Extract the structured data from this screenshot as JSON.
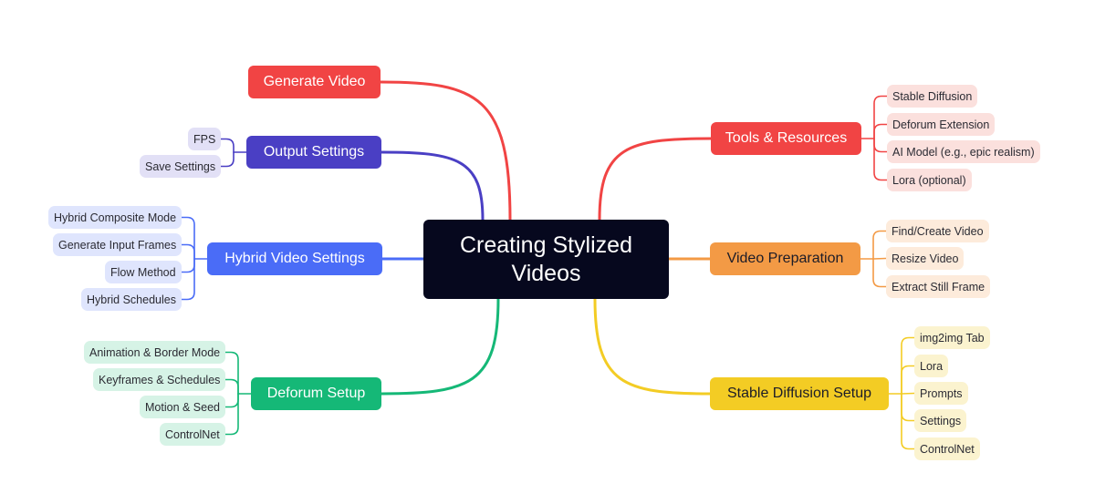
{
  "central_topic": {
    "line1": "Creating Stylized",
    "line2": "Videos"
  },
  "branches": [
    {
      "id": "generate-video",
      "label": "Generate Video",
      "color": "#f14444",
      "leaf_bg": "#fbe0dd",
      "children": []
    },
    {
      "id": "output-settings",
      "label": "Output Settings",
      "color": "#4a3fc4",
      "leaf_bg": "#e2e0f6",
      "children": [
        "FPS",
        "Save Settings"
      ]
    },
    {
      "id": "hybrid-video-settings",
      "label": "Hybrid Video Settings",
      "color": "#4a6cf7",
      "leaf_bg": "#dfe5fd",
      "children": [
        "Hybrid Composite Mode",
        "Generate Input Frames",
        "Flow Method",
        "Hybrid Schedules"
      ]
    },
    {
      "id": "deforum-setup",
      "label": "Deforum Setup",
      "color": "#15b877",
      "leaf_bg": "#d6f3e6",
      "children": [
        "Animation & Border Mode",
        "Keyframes & Schedules",
        "Motion & Seed",
        "ControlNet"
      ]
    },
    {
      "id": "tools-resources",
      "label": "Tools & Resources",
      "color": "#f14444",
      "leaf_bg": "#fbe0dd",
      "children": [
        "Stable Diffusion",
        "Deforum Extension",
        "AI Model (e.g., epic realism)",
        "Lora (optional)"
      ]
    },
    {
      "id": "video-preparation",
      "label": "Video Preparation",
      "color": "#f39a45",
      "leaf_bg": "#fdebdb",
      "children": [
        "Find/Create Video",
        "Resize Video",
        "Extract Still Frame"
      ]
    },
    {
      "id": "stable-diffusion-setup",
      "label": "Stable Diffusion Setup",
      "color": "#f3cc24",
      "leaf_bg": "#fbf3cf",
      "children": [
        "img2img Tab",
        "Lora",
        "Prompts",
        "Settings",
        "ControlNet"
      ]
    }
  ]
}
